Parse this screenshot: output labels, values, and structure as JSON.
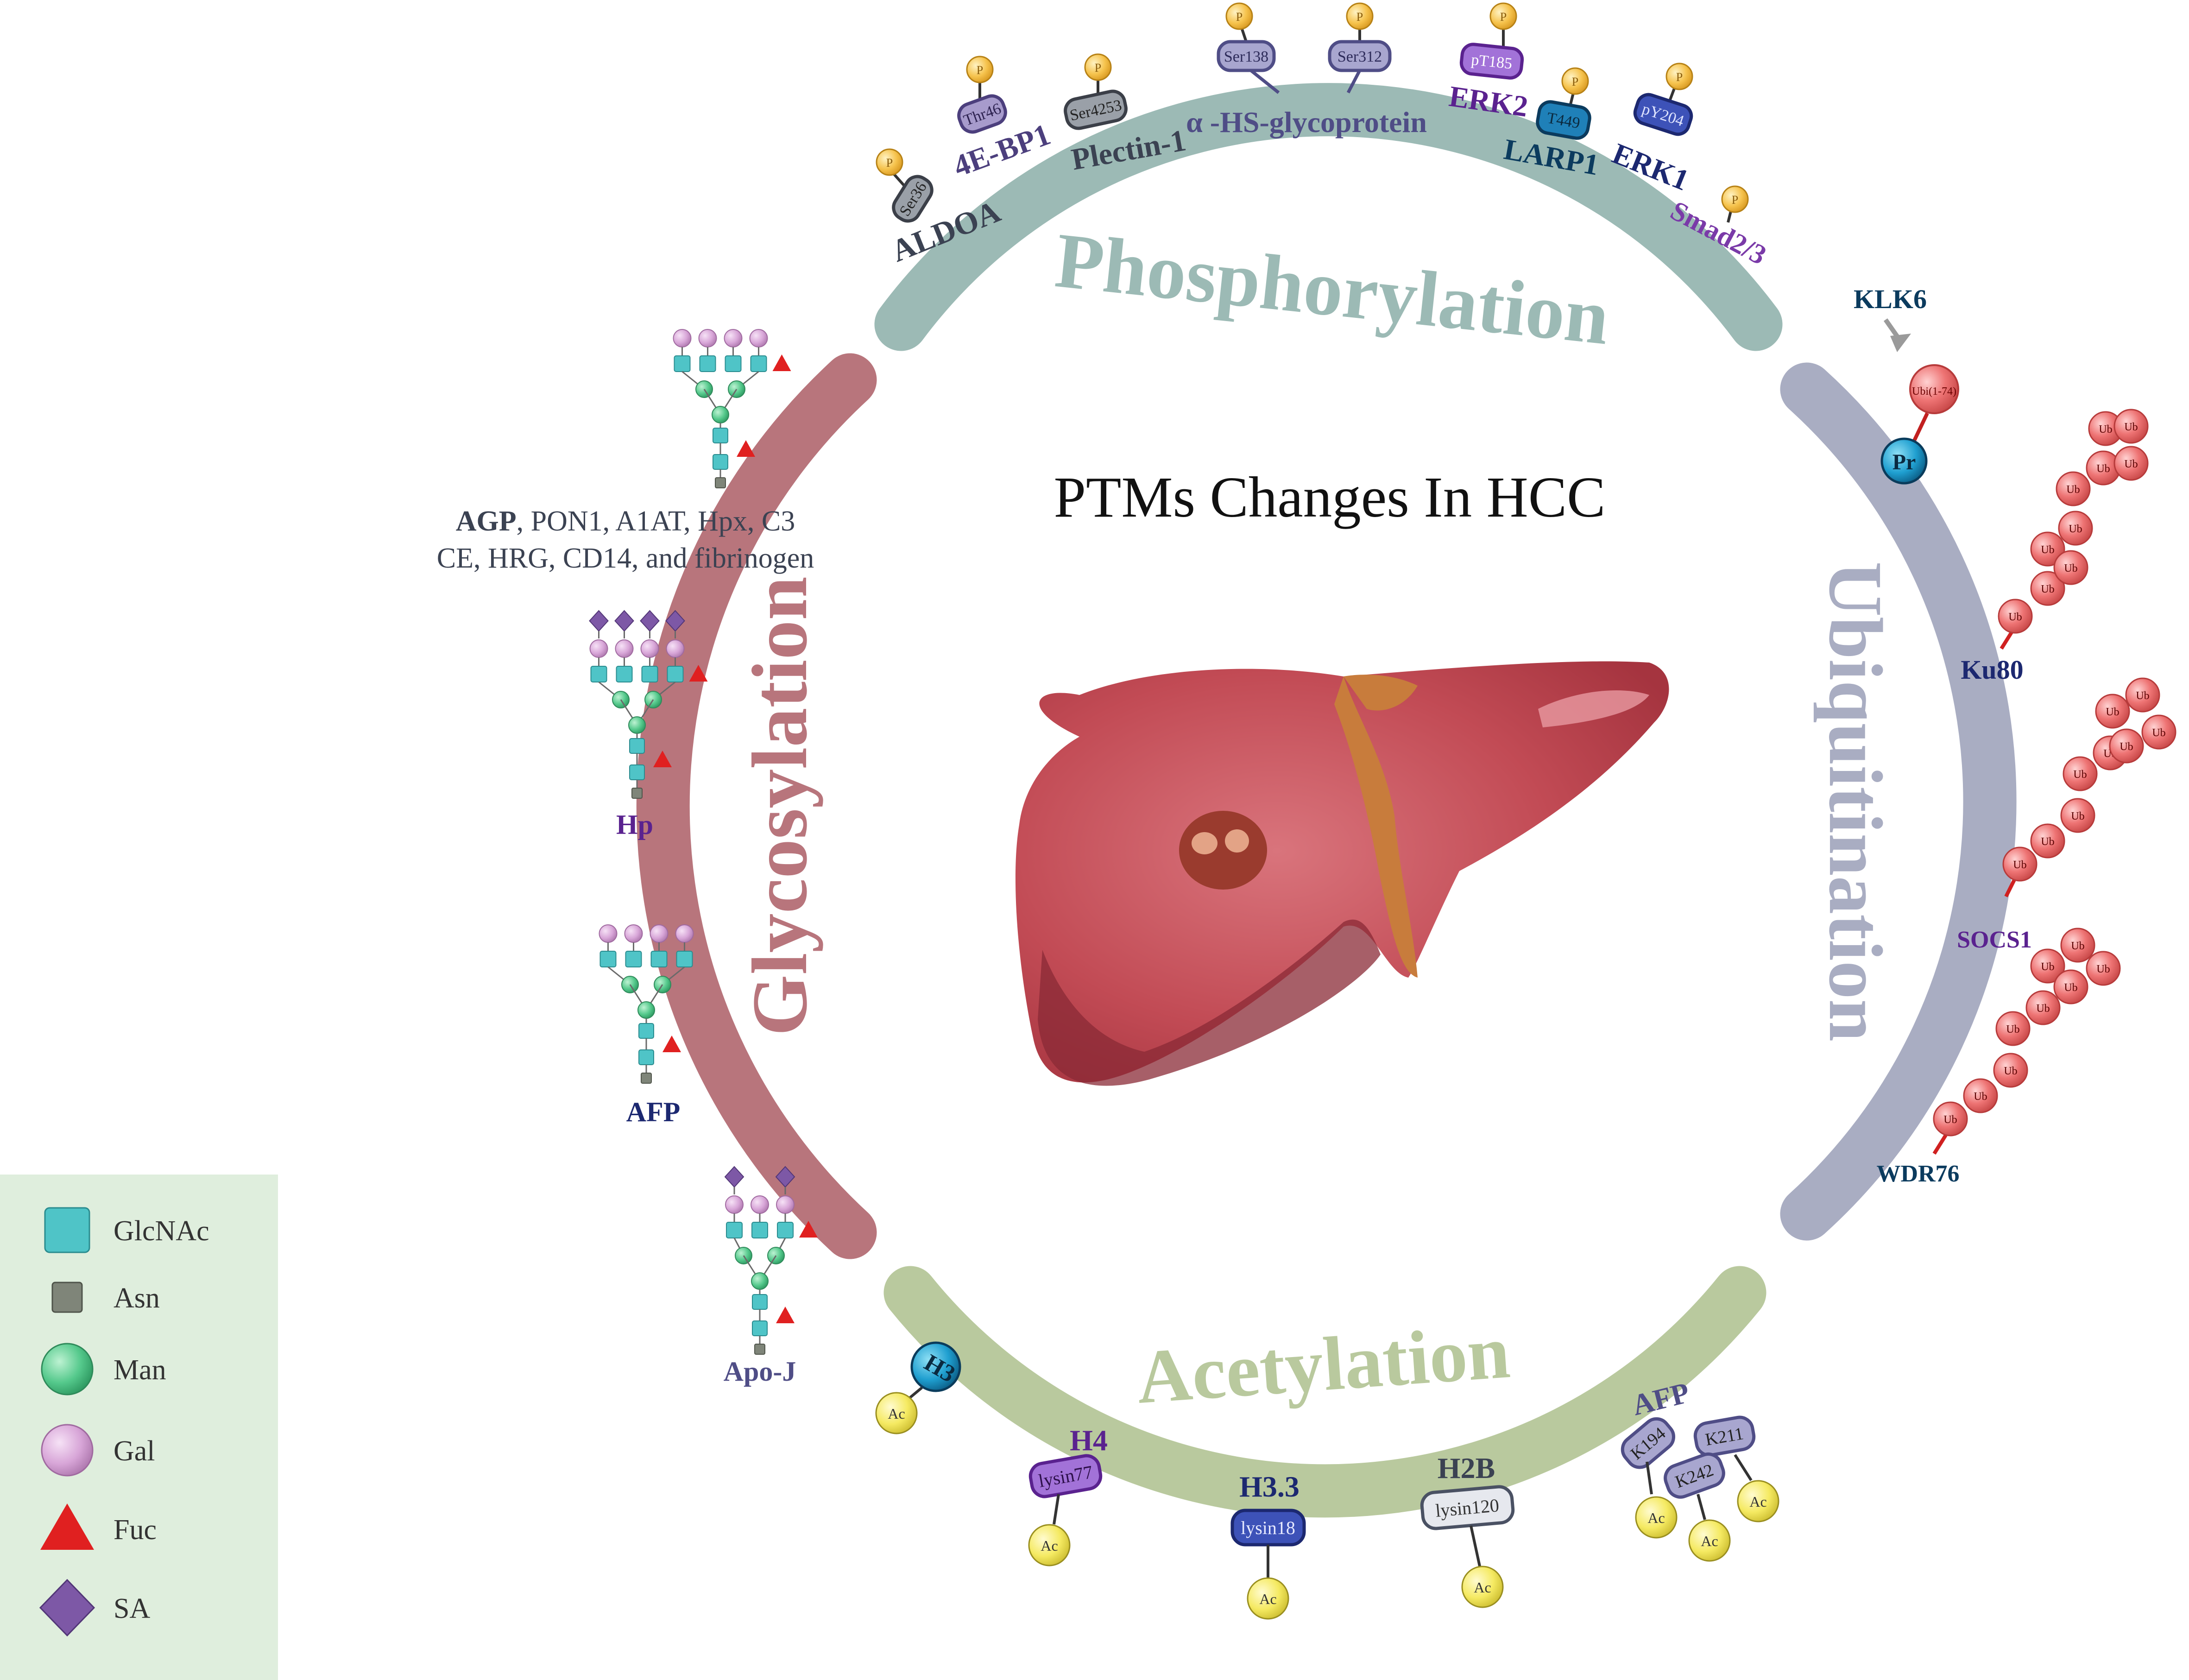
{
  "title": "PTMs Changes In HCC",
  "colors": {
    "phosphorylation": "#9cbab5",
    "ubiquitination": "#a9adc2",
    "acetylation": "#b9c99e",
    "glycosylation": "#b8757c",
    "glcnac": "#4fc4c7",
    "asn": "#7f8579",
    "man": "#52c78a",
    "gal": "#d8a6d8",
    "fuc": "#e02020",
    "sa": "#7d58a6",
    "legend_bg": "#dfeedd",
    "ub": "#e86b6b",
    "phospho_ball": "#f5c24a",
    "ac_ball": "#f5ec6a",
    "liver": "#c24b55",
    "liver_dark": "#9a2f3a",
    "liver_ligament": "#c87c3c"
  },
  "sections": {
    "phosphorylation": "Phosphorylation",
    "ubiquitination": "Ubiquitination",
    "acetylation": "Acetylation",
    "glycosylation": "Glycosylation"
  },
  "phospho_symbol": "P",
  "ac_symbol": "Ac",
  "ub_symbol": "Ub",
  "phosphorylation": {
    "chips": [
      {
        "site": "Ser36",
        "protein": "ALDOA"
      },
      {
        "site": "Thr46",
        "protein": "4E-BP1"
      },
      {
        "site": "Ser4253",
        "protein": "Plectin-1"
      },
      {
        "site": "Ser138",
        "protein": ""
      },
      {
        "site": "Ser312",
        "protein": ""
      },
      {
        "site": "pT185",
        "protein": "ERK2"
      },
      {
        "site": "T449",
        "protein": "LARP1"
      },
      {
        "site": "pY204",
        "protein": "ERK1"
      }
    ],
    "alpha_label": "α -HS-glycoprotein",
    "smad_label": "Smad2/3"
  },
  "ubiquitination": {
    "klk6": "KLK6",
    "ubi_label": "Ubi(1-74)",
    "pr_label": "Pr",
    "targets": [
      "Ku80",
      "SOCS1",
      "WDR76"
    ]
  },
  "acetylation": {
    "h3": "H3",
    "h4": "H4",
    "h4_site": "lysin77",
    "h33": "H3.3",
    "h33_site": "lysin18",
    "h2b": "H2B",
    "h2b_site": "lysin120",
    "afp": "AFP",
    "afp_sites": [
      "K194",
      "K211",
      "K242"
    ]
  },
  "glycosylation": {
    "line1_bold": "AGP",
    "line1_rest": ", PON1, A1AT, Hpx, C3",
    "line2": "CE, HRG, CD14, and fibrinogen",
    "hp": "Hp",
    "afp": "AFP",
    "apoj": "Apo-J"
  },
  "legend": [
    {
      "shape": "square",
      "label": "GlcNAc",
      "color_key": "glcnac"
    },
    {
      "shape": "small-square",
      "label": "Asn",
      "color_key": "asn"
    },
    {
      "shape": "circle",
      "label": "Man",
      "color_key": "man"
    },
    {
      "shape": "circle",
      "label": "Gal",
      "color_key": "gal"
    },
    {
      "shape": "triangle",
      "label": "Fuc",
      "color_key": "fuc"
    },
    {
      "shape": "diamond",
      "label": "SA",
      "color_key": "sa"
    }
  ]
}
